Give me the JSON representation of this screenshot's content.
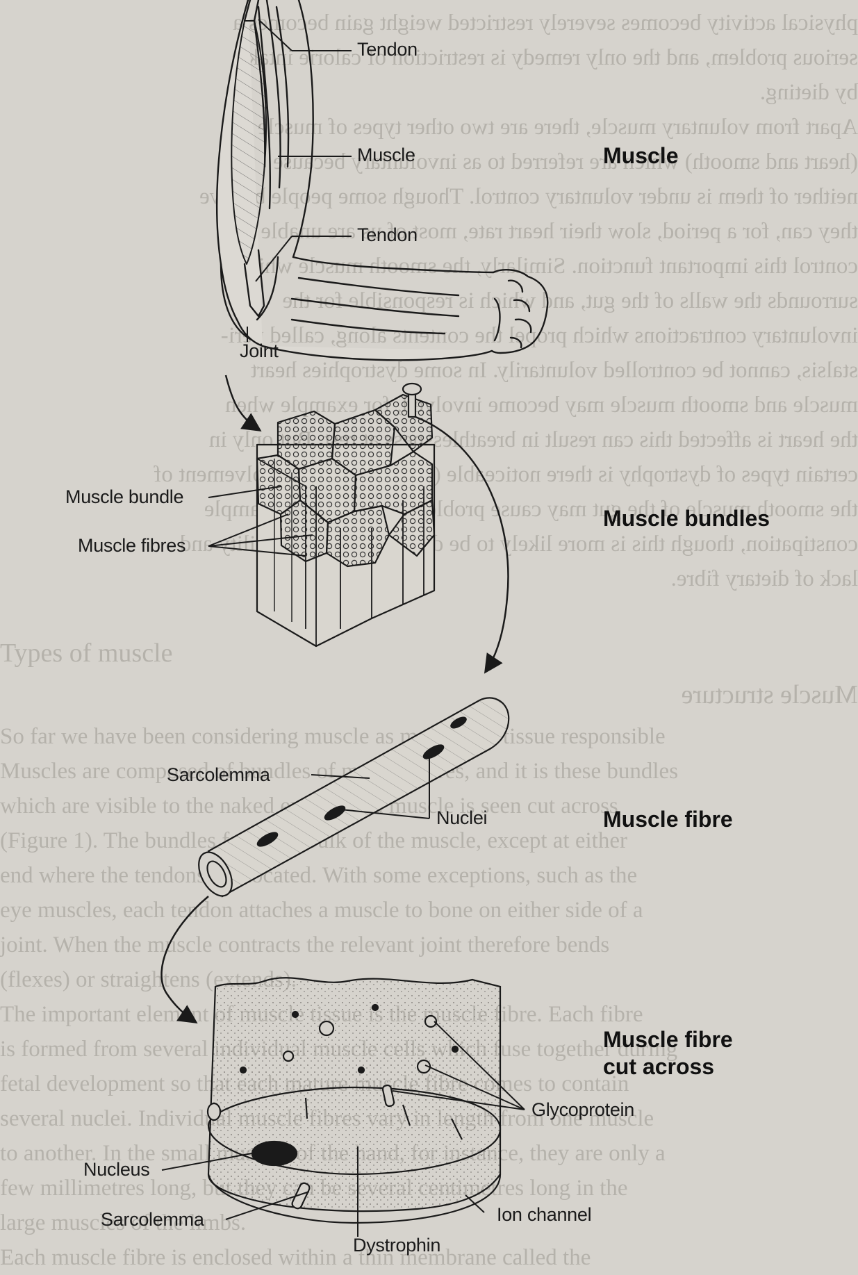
{
  "bleed_through": {
    "mirrored_lines": [
      "physical activity becomes severely restricted weight gain becomes a",
      "serious problem, and the only remedy is restriction of calorie intake",
      "by dieting.",
      "Apart from voluntary muscle, there are two other types of muscle",
      "(heart and smooth) which are referred to as involuntary because",
      "neither of them is under voluntary control. Though some people believe",
      "they can, for a period, slow their heart rate, most of us are unable to",
      "control this important function. Similarly, the smooth muscle which",
      "surrounds the walls of the gut, and which is responsible for the",
      "involuntary contractions which propel the contents along, called peri-",
      "stalsis, cannot be controlled voluntarily. In some dystrophies heart",
      "muscle and smooth muscle may become involved, for example when",
      "the heart is affected this can result in breathlessness at rest. But only in",
      "certain types of dystrophy is there noticeable (usually minor) involvement of",
      "the smooth muscle of the gut may cause problems in parts, for example",
      "constipation, though this is more likely to be due to a lack of mobility and",
      "lack of dietary fibre."
    ],
    "lines": [
      "Types of muscle",
      "So far we have been considering muscle as merely the tissue responsible",
      "Muscles are composed of bundles of muscle fibres, and it is these bundles",
      "which are visible to the naked eye when a muscle is seen cut across",
      "(Figure 1). The bundles form the bulk of the muscle, except at either",
      "end where the tendons are located. With some exceptions, such as the",
      "eye muscles, each tendon attaches a muscle to bone on either side of a",
      "joint. When the muscle contracts the relevant joint therefore bends",
      "(flexes) or straightens (extends).",
      "The important element of muscle tissue is the muscle fibre. Each fibre",
      "is formed from several individual muscle cells which fuse together during",
      "fetal development so that each mature muscle fibre comes to contain",
      "several nuclei. Individual muscle fibres vary in length from one muscle",
      "to another. In the small muscles of the hand, for instance, they are only a",
      "few millimetres long, but they can be several centimetres long in the",
      "large muscles of the limbs.",
      "Each muscle fibre is enclosed within a thin membrane called the"
    ],
    "heading": "Muscle structure"
  },
  "labels": {
    "tendon_top": "Tendon",
    "muscle": "Muscle",
    "tendon_bottom": "Tendon",
    "joint": "Joint",
    "muscle_bundle": "Muscle bundle",
    "muscle_fibres": "Muscle fibres",
    "sarcolemma_fibre": "Sarcolemma",
    "nuclei": "Nuclei",
    "glycoprotein": "Glycoprotein",
    "nucleus": "Nucleus",
    "sarcolemma_cross": "Sarcolemma",
    "ion_channel": "Ion channel",
    "dystrophin": "Dystrophin"
  },
  "titles": {
    "muscle": "Muscle",
    "muscle_bundles": "Muscle bundles",
    "muscle_fibre": "Muscle fibre",
    "muscle_fibre_cut_across_line1": "Muscle fibre",
    "muscle_fibre_cut_across_line2": "cut across"
  },
  "colors": {
    "page": "#d6d3cd",
    "ink": "#1a1a1a",
    "bleed": "#9b9891"
  }
}
